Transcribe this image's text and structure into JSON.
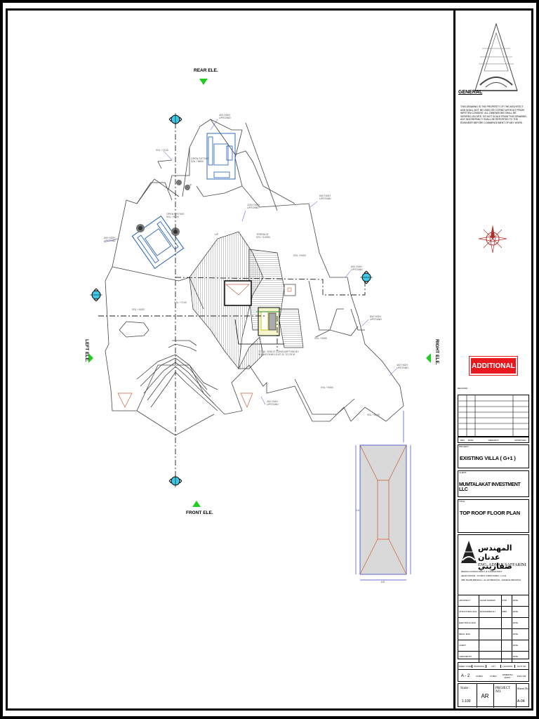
{
  "drawing": {
    "elevations": {
      "rear": "REAR ELE.",
      "front": "FRONT ELE.",
      "left": "LEFT ELE.",
      "right": "RIGHT ELE."
    },
    "annotations": {
      "upstand_1": "400 HIGH\nUPSTAND",
      "open_sitting_1": "OPEN SITTING\nSSL +8800",
      "open_sitting_2": "OPEN SITTING\nSSL +9400",
      "ssl_7100": "SSL +7100",
      "upstand_2": "600 HIGH\nUPSTAND",
      "upstand_3": "1200 HIGH\nUPSTAND",
      "terrace": "TERRACE\nSSL +10000",
      "ssl_9400_left": "SSL +9400",
      "ssl_9400_right": "SSL +9400",
      "ssl_9400_mid": "SSL +9400",
      "ssl_7100_mid": "SSL +7100",
      "ssl_9400_low": "SSL +9400",
      "ssl_5100": "SSL +5100",
      "upstand_right_1": "600 HIGH\nUPSTAND",
      "upstand_right_2": "600 HIGH\nUPSTAND",
      "upstand_right_3": "400 HIGH\nUPSTAND",
      "upstand_right_4": "600 HIGH\nUPSTAND",
      "upstand_low": "400 HIGH\nUPSTAND",
      "upstand_left": "600 HIGH\nUPSTAND",
      "water_tank": "TOTAL SPACE CONSUMPTION BY\nSOLAR PANELS AT 20 TO 25 M",
      "up_1": "UP",
      "up_2": "UP",
      "dim_bottom": "8.8",
      "dim_side": "1.8"
    }
  },
  "title_block": {
    "general_title": "GENERAL",
    "general_note": "THIS DRAWING IS THE PROPERTY OF THE ARCHITECT AND SHALL NOT BE USED OR COPIED WITHOUT PRIOR WRITTEN CONSENT. ALL DIMENSIONS SHALL BE VERIFIED ON SITE. DO NOT SCALE FROM THIS DRAWING. ANY DISCREPANCY SHALL BE REPORTED TO THE ENGINEER BEFORE COMMENCEMENT OF ANY WORK.",
    "additional": "ADDITIONAL",
    "revision_label": "REVISION :",
    "rev_headers": [
      "REV",
      "DATE",
      "REMARKS",
      "APPROVED"
    ],
    "project_label": "PROJECT",
    "project_title": "EXISTING VILLA ( G+1 )",
    "client_label": "CLIENT",
    "client_name": "MUMTALAKAT INVESTMENT LLC",
    "title_label": "TITLE",
    "drawing_title": "TOP ROOF FLOOR PLAN",
    "firm_arabic": "المهندس عدنان صفاريني",
    "firm_english": "ENG. ADNAN SAFFARINI",
    "firm_sub1": "DESIGN CONSULTANCY & CONSULTANT",
    "firm_sub2": "HEAD OFFICE : P.O.BOX 14063 DUBAI - U.A.E",
    "firm_sub3": "ABU DHABI BRANCH - AL AIN BRANCH - SHARJAH BRANCH",
    "sign_rows": [
      {
        "role": "ARCHITECT",
        "name": "HAJAR HADDAD",
        "id": "6799",
        "date": "DATE"
      },
      {
        "role": "STRUCTURAL ENG.",
        "name": "MOHAMMED ALI",
        "id": "6883",
        "date": "DATE"
      },
      {
        "role": "ELECTRICAL ENG.",
        "name": "",
        "id": "",
        "date": "DATE"
      },
      {
        "role": "MECH. ENG.",
        "name": "",
        "id": "",
        "date": "DATE"
      },
      {
        "role": "CLIENT",
        "name": "",
        "id": "",
        "date": "DATE"
      },
      {
        "role": "CHECKED BY",
        "name": "",
        "id": "",
        "date": "DATE"
      }
    ],
    "info_headers": [
      "SHEET CODE",
      "MUNICIPAL",
      "CITY",
      "LOCATION",
      "PLOT NO."
    ],
    "info_values": [
      "A - 2",
      "DUBAI",
      "DUBAI",
      "JUMEIRAH FIRST",
      "3322-345"
    ],
    "scale_label": "Scale :",
    "scale_value": "1:100",
    "discipline": "AR",
    "project_no_label": "PROJECT NO.",
    "sheet_no_label": "Sheet No.",
    "sheet_no_value": "A-04"
  },
  "colors": {
    "arrow_green": "#22cc22",
    "badge_red": "#e8181e",
    "marker_cyan": "#3fc9e6",
    "furniture_blue": "#1c5bb4",
    "dim_blue": "#3344cc",
    "roof_red": "#d06040",
    "compass_red": "#b0302c"
  }
}
